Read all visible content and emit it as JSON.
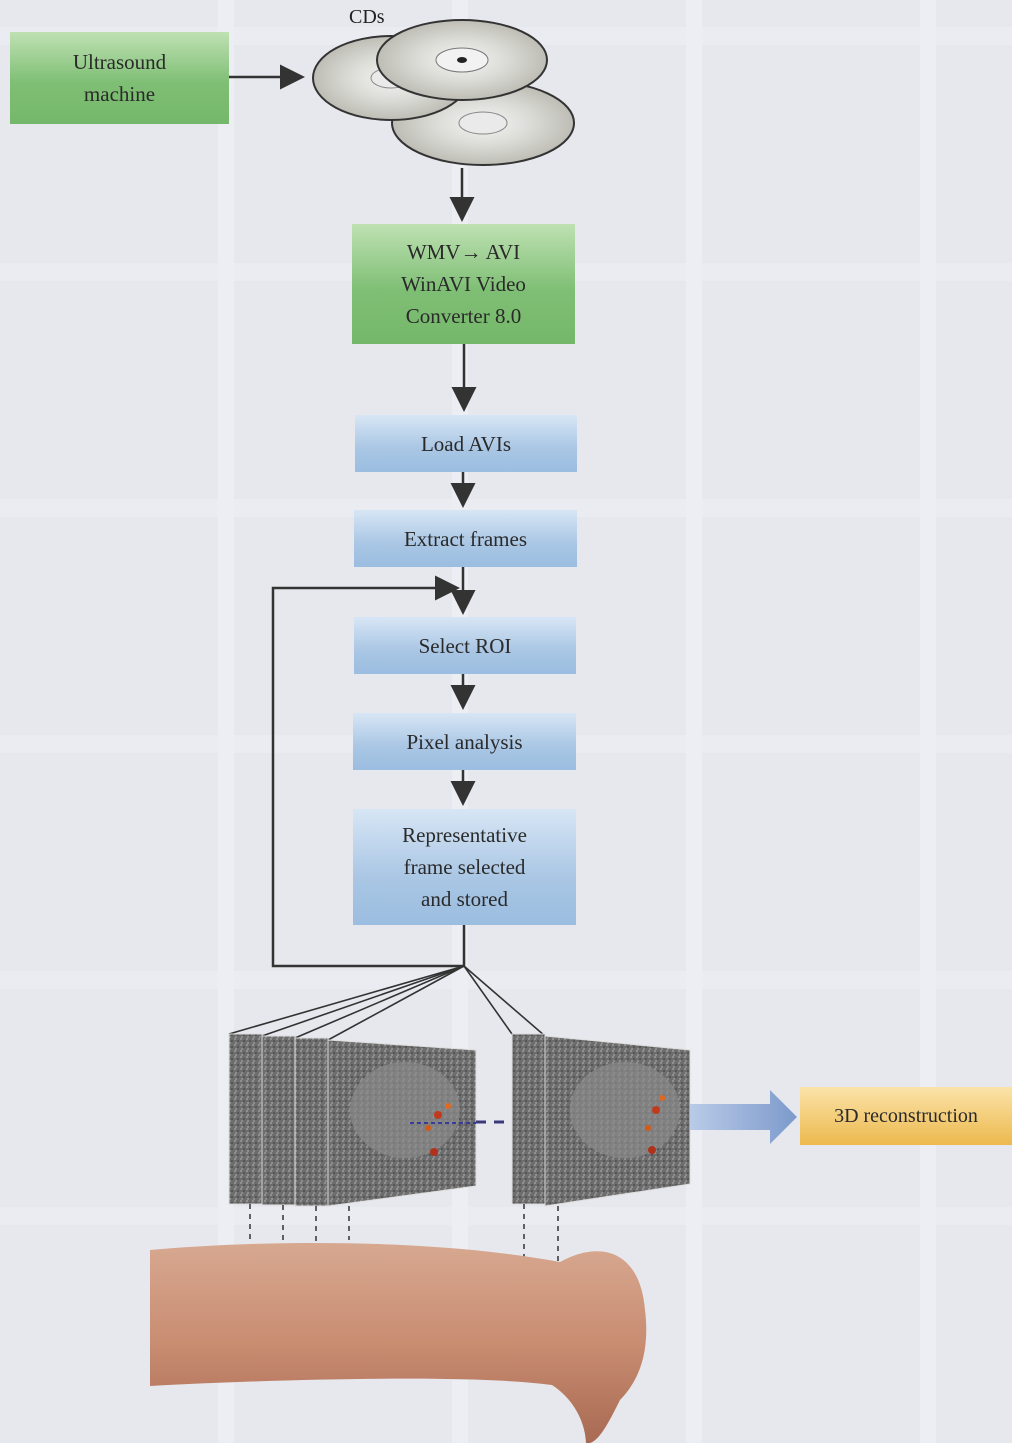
{
  "nodes": {
    "ultrasound": [
      "Ultrasound",
      "machine"
    ],
    "cds": "CDs",
    "converter": [
      "WMV→ AVI",
      "WinAVI Video",
      "Converter 8.0"
    ],
    "load": "Load AVIs",
    "extract": "Extract frames",
    "roi": "Select ROI",
    "pixel": "Pixel analysis",
    "representative": [
      "Representative",
      "frame selected",
      "and stored"
    ],
    "reconstruction": "3D reconstruction"
  },
  "colors": {
    "process_green": "#7fbf75",
    "process_blue": "#a9c6e4",
    "output_orange": "#ecb94e",
    "arrow": "#333333",
    "big_arrow": "#8fa9d3"
  },
  "icons": {
    "cds": "compact-disc-stack-icon",
    "frames": "ultrasound-frame-images",
    "leg": "leg-photo"
  }
}
